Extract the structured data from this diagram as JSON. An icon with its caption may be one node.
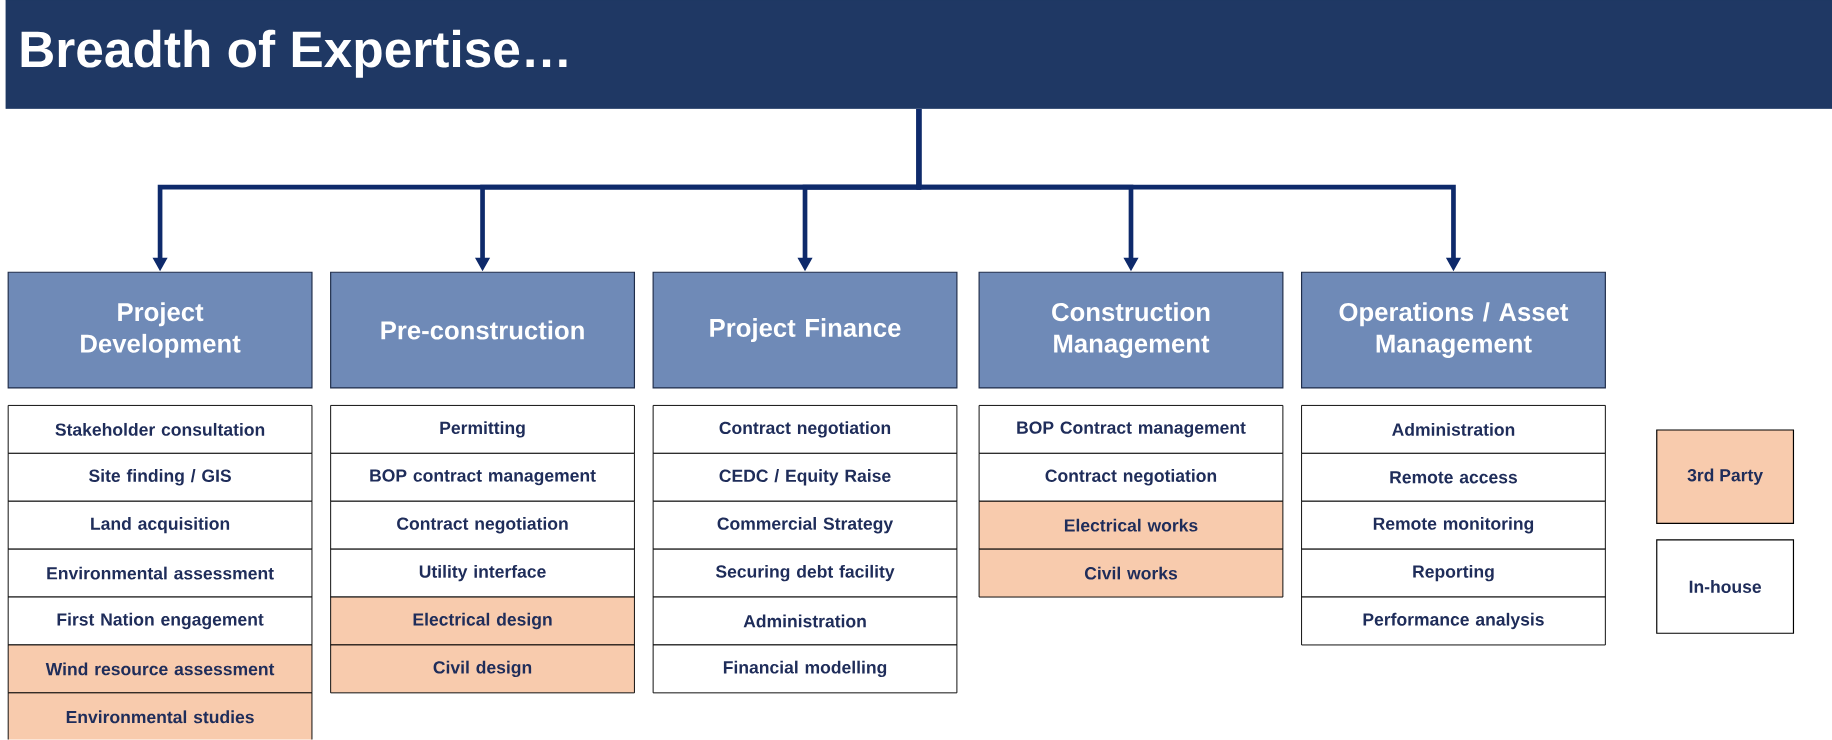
{
  "diagram": {
    "nodes": [
      {
        "text": [
          "Breadth of Expertise…"
        ]
      },
      {
        "text": [
          "Project Development"
        ]
      },
      {
        "text": [
          "Stakeholder consultation"
        ]
      },
      {
        "text": [
          "Site finding / GIS"
        ]
      },
      {
        "text": [
          "Land acquisition"
        ]
      },
      {
        "text": [
          "Environmental assessment"
        ]
      },
      {
        "text": [
          "First Nation engagement"
        ]
      },
      {
        "text": [
          "Wind resource assessment"
        ]
      },
      {
        "text": [
          "Environmental studies"
        ]
      },
      {
        "text": [
          "Pre-construction"
        ]
      },
      {
        "text": [
          "Permitting"
        ]
      },
      {
        "text": [
          "BOP contract management"
        ]
      },
      {
        "text": [
          "Contract negotiation"
        ]
      },
      {
        "text": [
          "Utility interface"
        ]
      },
      {
        "text": [
          "Electrical design"
        ]
      },
      {
        "text": [
          "Civil design"
        ]
      },
      {
        "text": [
          "Project Finance"
        ]
      },
      {
        "text": [
          "Contract negotiation"
        ]
      },
      {
        "text": [
          "CEDC / Equity Raise"
        ]
      },
      {
        "text": [
          "Commercial Strategy"
        ]
      },
      {
        "text": [
          "Securing debt facility"
        ]
      },
      {
        "text": [
          "Administration"
        ]
      },
      {
        "text": [
          "Financial modelling"
        ]
      },
      {
        "text": [
          "Construction Management"
        ]
      },
      {
        "text": [
          "BOP Contract management"
        ]
      },
      {
        "text": [
          "Contract negotiation"
        ]
      },
      {
        "text": [
          "Electrical works"
        ]
      },
      {
        "text": [
          "Civil works"
        ]
      },
      {
        "text": [
          "Operations / Asset Management"
        ]
      },
      {
        "text": [
          "Administration"
        ]
      },
      {
        "text": [
          "Remote access"
        ]
      },
      {
        "text": [
          "Remote monitoring"
        ]
      },
      {
        "text": [
          "Reporting"
        ]
      },
      {
        "text": [
          "Performance analysis"
        ]
      }
    ],
    "edges": [
      {
        "from": 0,
        "to": 1,
        "arrow": "to"
      },
      {
        "from": 0,
        "to": 9,
        "arrow": "to"
      },
      {
        "from": 0,
        "to": 16,
        "arrow": "to"
      },
      {
        "from": 0,
        "to": 23,
        "arrow": "to"
      },
      {
        "from": 0,
        "to": 28,
        "arrow": "to"
      }
    ],
    "legend": [
      {
        "text": "3rd Party",
        "color": "#f8cbad"
      },
      {
        "text": "In-house"
      }
    ]
  }
}
